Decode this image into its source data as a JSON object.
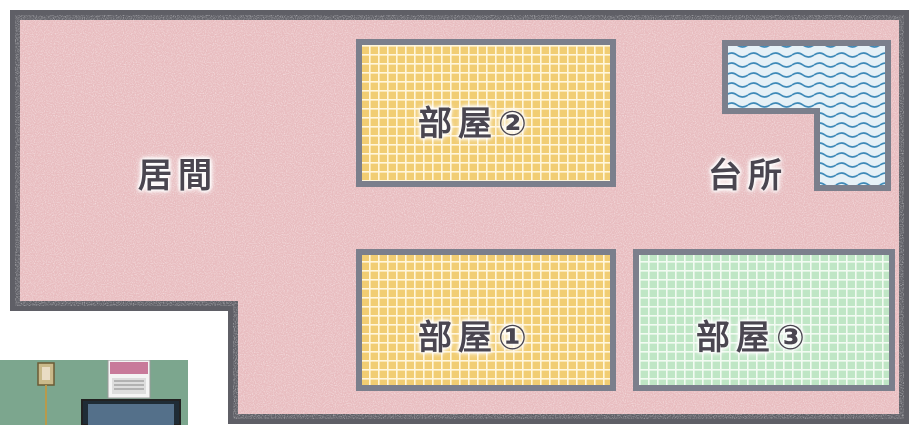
{
  "floorplan": {
    "colors": {
      "floor": "#e8bcbf",
      "wall": "#5f5f66",
      "tatami_yellow": "#f1cd73",
      "tatami_green": "#bfe6c5",
      "kitchen_water": "#cfe3ef",
      "room_border": "#7b7f8c"
    },
    "rooms": {
      "living": "居間",
      "room1": "部屋①",
      "room2": "部屋②",
      "room3": "部屋③",
      "kitchen": "台所"
    }
  },
  "photo": {
    "calendar_icon": "calendar-icon",
    "frame_icon": "picture-frame-icon"
  }
}
